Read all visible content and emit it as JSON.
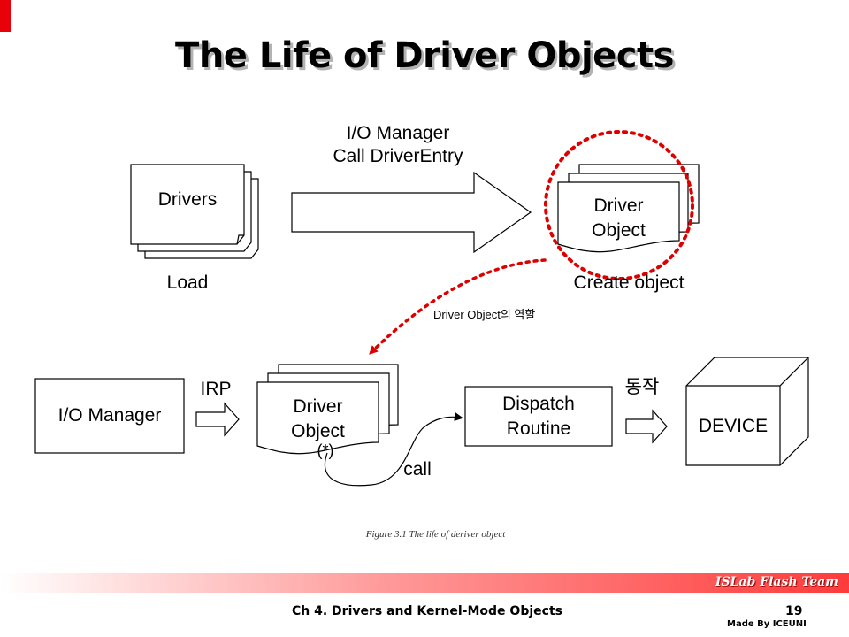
{
  "slide": {
    "title": "The Life of Driver Objects",
    "footer_team": "ISLab Flash Team",
    "footer_chapter": "Ch 4. Drivers and Kernel-Mode Objects",
    "page_number": "19",
    "made_by": "Made By ICEUNI",
    "caption": "Figure 3.1 The life of deriver object"
  },
  "top_row": {
    "drivers_label": "Drivers",
    "load_label": "Load",
    "arrow_label_line1": "I/O Manager",
    "arrow_label_line2": "Call DriverEntry",
    "driver_object_line1": "Driver",
    "driver_object_line2": "Object",
    "create_label": "Create object"
  },
  "connector": {
    "label": "Driver Object의 역할"
  },
  "bottom_row": {
    "io_manager_label": "I/O Manager",
    "irp_label": "IRP",
    "driver_object_line1": "Driver",
    "driver_object_line2": "Object",
    "star_label": "(*)",
    "call_label": "call",
    "dispatch_line1": "Dispatch",
    "dispatch_line2": "Routine",
    "action_label": "동작",
    "device_label": "DEVICE"
  },
  "colors": {
    "accent_red": "#e8000b",
    "dotted_red": "#dd0000"
  }
}
